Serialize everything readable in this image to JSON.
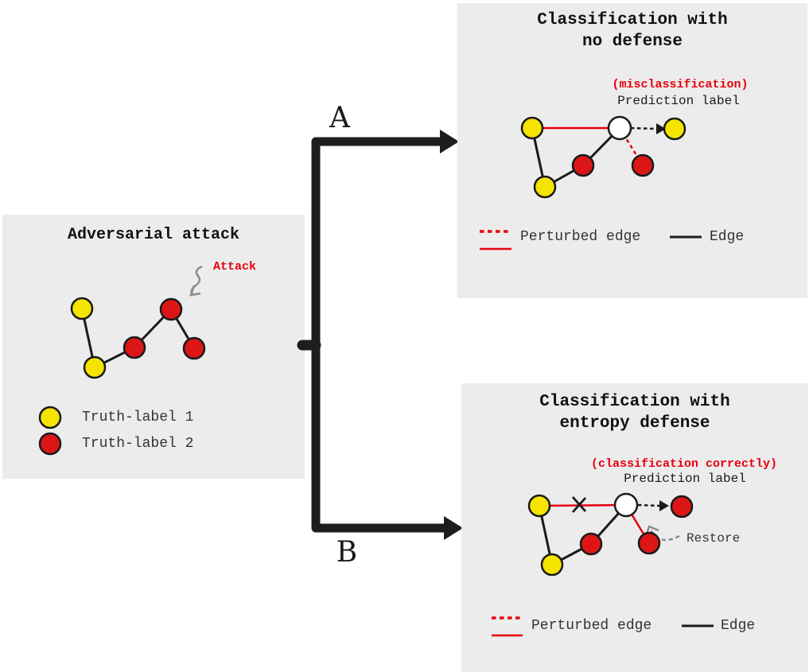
{
  "colors": {
    "panel_bg": "#ececec",
    "node_yellow": "#f5e400",
    "node_red": "#dc1616",
    "node_white": "#ffffff",
    "edge_black": "#1a1a1a",
    "red": "#e8000d",
    "gray": "#8c8c8c",
    "arrow_black": "#1f1c1c"
  },
  "left_panel": {
    "title": "Adversarial attack",
    "attack_label": "Attack",
    "legend": [
      {
        "label": "Truth-label 1",
        "color": "#f5e400"
      },
      {
        "label": "Truth-label 2",
        "color": "#dc1616"
      }
    ]
  },
  "connector": {
    "label_a": "A",
    "label_b": "B"
  },
  "top_right_panel": {
    "title_line1": "Classification with",
    "title_line2": "no defense",
    "annotation": "(misclassification)",
    "prediction_label": "Prediction label",
    "legend": {
      "perturbed": "Perturbed edge",
      "edge": "Edge"
    }
  },
  "bottom_right_panel": {
    "title_line1": "Classification with",
    "title_line2": "entropy defense",
    "annotation": "(classification correctly)",
    "prediction_label": "Prediction label",
    "restore_label": "Restore",
    "legend": {
      "perturbed": "Perturbed edge",
      "edge": "Edge"
    }
  }
}
